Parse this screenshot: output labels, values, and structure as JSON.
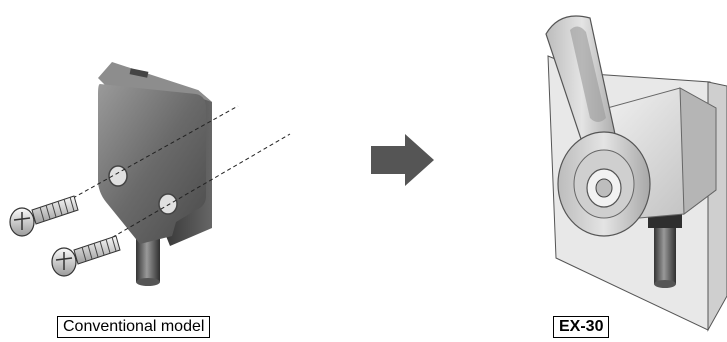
{
  "labels": {
    "conventional": "Conventional model",
    "new_model": "EX-30"
  },
  "icons": {
    "arrow": "right-arrow-icon",
    "left_illustration": "sensor-with-screws-illustration",
    "right_illustration": "sensor-with-bracket-illustration"
  },
  "colors": {
    "arrow": "#555555",
    "body_dark": "#6f6f6f",
    "body_light": "#d8d8d8",
    "panel": "#e6e6e6"
  }
}
